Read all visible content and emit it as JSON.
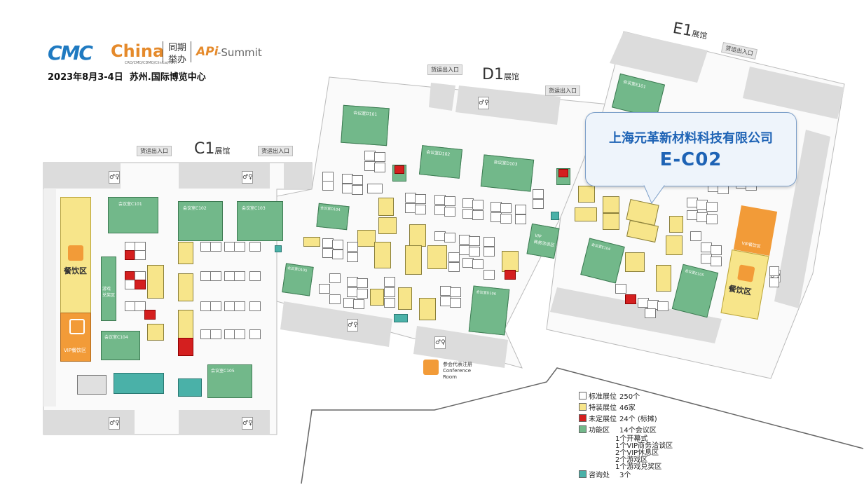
{
  "header": {
    "logo_cmc": "CMC",
    "logo_china": "China",
    "logo_sub": "CRO/CMO/CDMO/Clinical/MAH",
    "joint_line1": "同期",
    "joint_line2": "举办",
    "logo_api": "APi",
    "logo_summit": "-Summit",
    "date_venue": "2023年8月3-4日  苏州.国际博览中心"
  },
  "halls": {
    "c1": "C1",
    "d1": "D1",
    "e1": "E1",
    "hall_suffix": "展馆"
  },
  "cargo_label": "货运出入口",
  "zones": {
    "dining_left": "餐饮区",
    "dining_right": "餐饮区",
    "vip_dining_left": "VIP餐饮区",
    "vip_dining_right": "VIP餐饮区",
    "game_zone": "游戏\n兑奖区",
    "conference_cn": "参会代表注册",
    "conference_en": "Conference\nRoom",
    "vip_lounge": "VIP\n商务洽谈区",
    "meeting_c101": "会议室C101",
    "meeting_c102": "会议室C102",
    "meeting_c103": "会议室C103",
    "meeting_c104": "会议室C104",
    "meeting_c105": "会议室C105",
    "meeting_d101": "会议室D101",
    "meeting_d102": "会议室D102",
    "meeting_d103": "会议室D103",
    "meeting_d104": "会议室D104",
    "meeting_d105": "会议室D105",
    "meeting_d106": "会议室D106",
    "meeting_e101": "会议室E101",
    "meeting_e104": "会议室E104",
    "meeting_e105": "会议室E105"
  },
  "callout": {
    "company": "上海元革新材料科技有限公司",
    "booth": "E-C02"
  },
  "legend": {
    "standard_label": "标准展位",
    "standard_count": "250个",
    "special_label": "特装展位",
    "special_count": "46家",
    "undecided_label": "未定展位",
    "undecided_count": "24个 (标摊)",
    "function_label": "功能区",
    "function_lines": [
      "14个会议区",
      "1个开幕式",
      "1个VIP商务洽谈区",
      "2个VIP休息区",
      "2个游戏区",
      "1个游戏兑奖区"
    ],
    "info_label": "咨询处",
    "info_count": "3个"
  },
  "colors": {
    "standard": "#ffffff",
    "special": "#f7e58a",
    "undecided": "#d41f1f",
    "function": "#72b88a",
    "info": "#4ab1a8",
    "dining": "#f7e58a",
    "vip_dining": "#f29b38",
    "callout_text": "#1e63b5"
  }
}
